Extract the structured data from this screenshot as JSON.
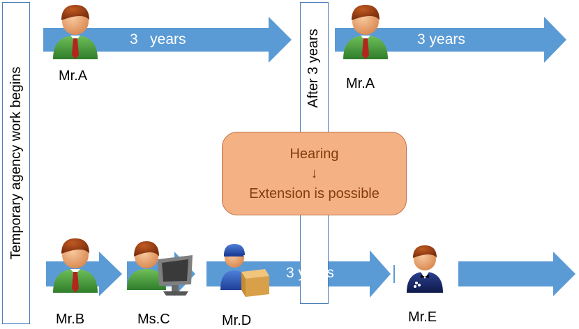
{
  "left_label": "Temporary agency  work begins",
  "middle_label": "After 3 years",
  "top_arrow_1": "3   years",
  "top_arrow_2": "3 years",
  "bottom_arrow": "3 years",
  "hearing": {
    "line1": "Hearing",
    "arrow": "↓",
    "line2": "Extension is possible"
  },
  "people": {
    "a_top_left": "Mr.A",
    "a_top_right": "Mr.A",
    "b": "Mr.B",
    "c": "Ms.C",
    "d": "Mr.D",
    "e": "Mr.E"
  },
  "colors": {
    "arrow": "#5b9bd5",
    "box_border": "#4a7eb8",
    "hearing_fill": "#f4b183",
    "hearing_text": "#843c0c"
  }
}
